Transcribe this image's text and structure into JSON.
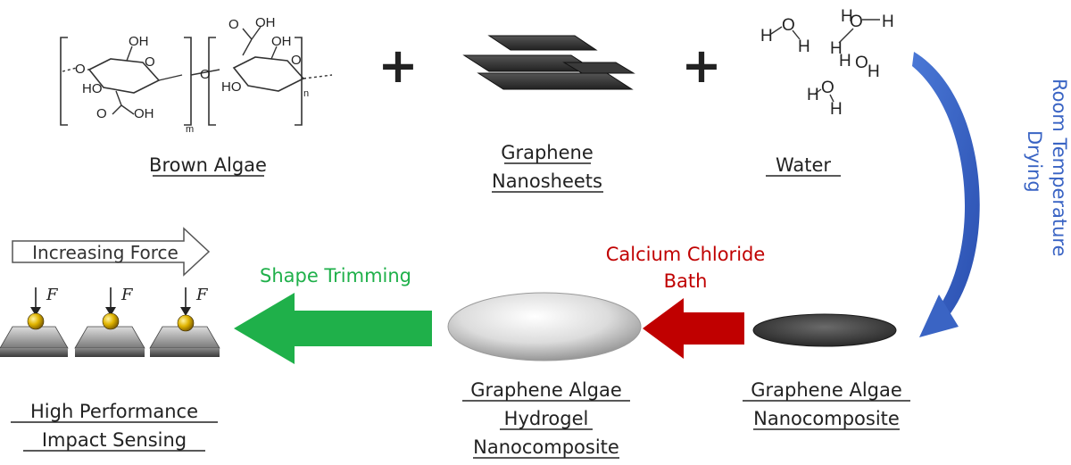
{
  "components": {
    "brown_algae": "Brown Algae",
    "graphene": [
      "Graphene",
      "Nanosheets"
    ],
    "water": "Water",
    "plus": "+"
  },
  "chemistry": {
    "oh": "OH",
    "ho": "HO",
    "o": "O",
    "h": "H",
    "sub_m": "m",
    "sub_n": "n"
  },
  "steps": {
    "drying": [
      "Room Temperature",
      "Drying"
    ],
    "calcium": [
      "Calcium Chloride",
      "Bath"
    ],
    "trimming": "Shape Trimming"
  },
  "products": {
    "nanocomposite": [
      "Graphene Algae",
      "Nanocomposite"
    ],
    "hydrogel": [
      "Graphene Algae",
      "Hydrogel",
      "Nanocomposite"
    ],
    "sensing": [
      "High Performance",
      "Impact Sensing"
    ]
  },
  "force": {
    "label": "Increasing Force",
    "symbol": "F"
  },
  "colors": {
    "drying_arrow": "#3a64c4",
    "calcium_arrow": "#c00000",
    "trimming_arrow": "#1fb04a",
    "text": "#222222"
  }
}
